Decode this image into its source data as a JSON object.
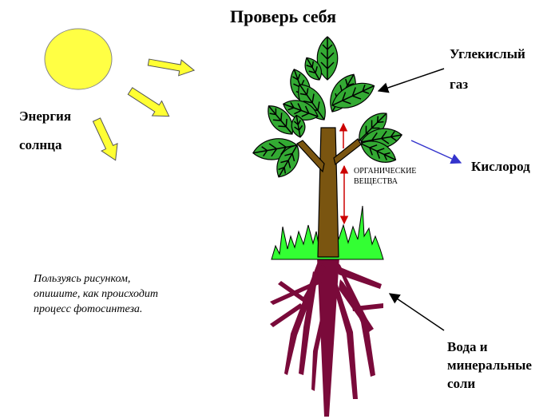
{
  "title": "Проверь себя",
  "labels": {
    "sun_energy": [
      "Энергия",
      "солнца"
    ],
    "carbon_dioxide": [
      "Углекислый",
      "газ"
    ],
    "oxygen": "Кислород",
    "organic": [
      "ОРГАНИЧЕСКИЕ",
      "ВЕЩЕСТВА"
    ],
    "water_minerals": [
      "Вода и",
      "минеральные",
      "соли"
    ]
  },
  "task": [
    "Пользуясь рисунком,",
    "опишите, как происходит",
    "процесс фотосинтеза."
  ],
  "colors": {
    "sun": "#ffff44",
    "sun_arrow": "#ffff33",
    "leaf": "#33aa33",
    "leaf_vein": "#000000",
    "trunk": "#7a5510",
    "grass": "#33ff33",
    "root": "#7a0a3a",
    "oxygen_arrow": "#3333cc",
    "organic_arrow": "#cc0000"
  }
}
